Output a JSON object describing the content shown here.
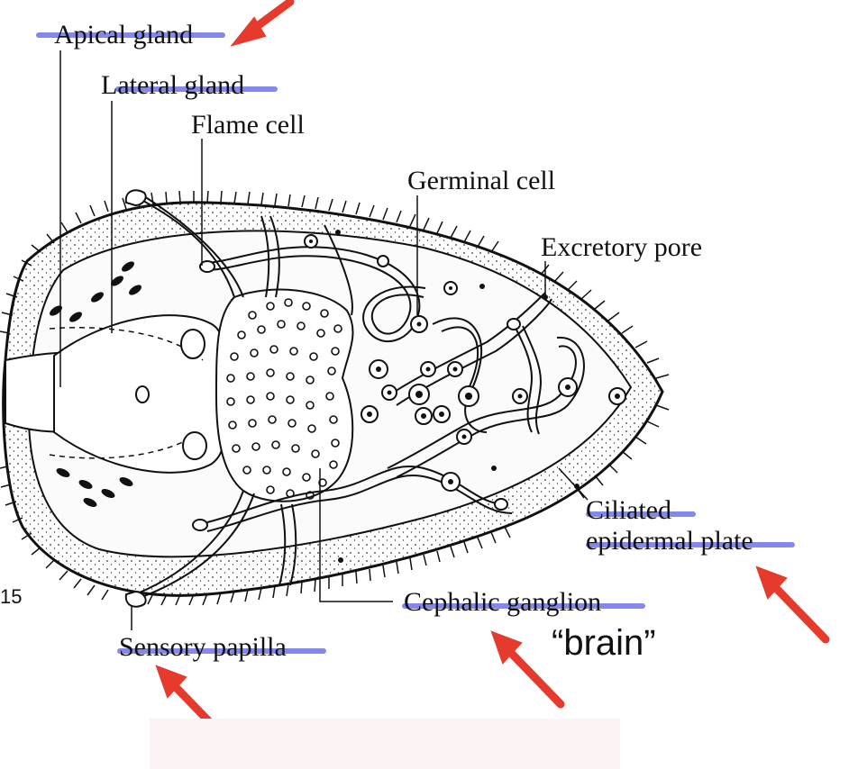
{
  "labels": {
    "apical_gland": "Apical gland",
    "lateral_gland": "Lateral gland",
    "flame_cell": "Flame cell",
    "germinal_cell": "Germinal cell",
    "excretory_pore": "Excretory pore",
    "ciliated": "Ciliated",
    "epidermal_plate": "epidermal plate",
    "cephalic_ganglion": "Cephalic ganglion",
    "sensory_papilla": "Sensory papilla"
  },
  "annotations": {
    "brain": "“brain”",
    "slide_number": "15"
  },
  "colors": {
    "highlight": "#6e73e6",
    "arrow": "#e53a2c",
    "ink": "#111111"
  }
}
